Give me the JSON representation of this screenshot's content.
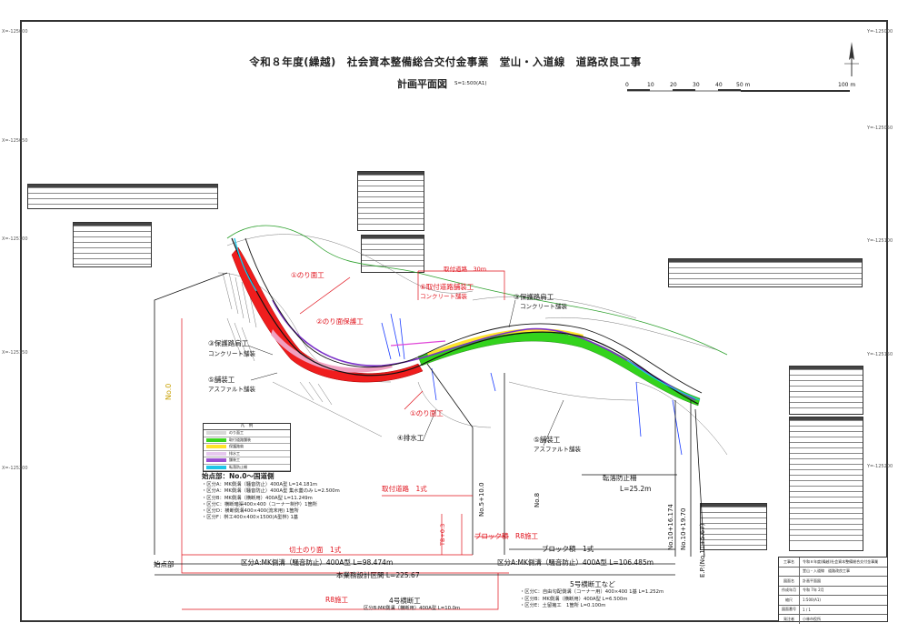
{
  "drawing": {
    "title": "令和８年度(繰越)　社会資本整備総合交付金事業　堂山・入道線　道路改良工事",
    "subtitle": "計画平面図",
    "scale_note": "S=1:500(A1)",
    "scale_ticks": [
      "0",
      "10",
      "20",
      "30",
      "40",
      "50 m",
      "100 m"
    ]
  },
  "labels": {
    "tori_dourou_len": "取付道路　30m",
    "tori_pave": "⑥取付道路舗装工",
    "tori_pave_sub": "コンクリート舗装",
    "hogo_right": "③保護路肩工",
    "hogo_right_sub": "コンクリート舗装",
    "norimen1": "①のり面工",
    "norimen_hogo": "②のり面保護工",
    "hogo_left": "③保護路肩工",
    "hogo_left_sub": "コンクリート舗装",
    "hoso_left": "⑤舗装工",
    "hoso_left_sub": "アスファルト舗装",
    "norimen2": "①のり面工",
    "haisui": "④排水工",
    "hoso_right": "⑤舗装工",
    "hoso_right_sub": "アスファルト舗装",
    "guard": "転落防止柵",
    "guard_len": "L=25.2m",
    "tori_1": "取付道路　1式",
    "block_r8": "ブロック積　R8施工",
    "block_1": "ブロック積　1式",
    "kiriDo": "切土のり面　1式",
    "r8sekou": "R8施工",
    "kuni_a": "区分A:MK側溝（騒音防止）400A型 L=98.474m",
    "kuni_b": "区分A:MK側溝（騒音防止）400A型 L=106.485m",
    "honkou": "本業務設計区間 L=225.67",
    "no4": "4号横断工",
    "no4_sub": "区分B:MK側溝（横断用）400A型 L=10.0m",
    "start": "始点部",
    "end": "E.P.(No.11+5.67)",
    "sta_no0": "No.0",
    "sta_no5": "No.5+10.0",
    "sta_no8": "No.8",
    "sta_no10a": "No.10+16.174",
    "sta_no10b": "No.10+19.70",
    "sta_tb": "TB+0.3"
  },
  "legend": {
    "title": "凡　例",
    "rows": [
      {
        "color": "#d8d8d8",
        "text": "のり面工"
      },
      {
        "color": "#3bd51e",
        "text": "取付道路舗装"
      },
      {
        "color": "#ffe42b",
        "text": "保護路肩"
      },
      {
        "color": "#e6c8ee",
        "text": "排水工"
      },
      {
        "color": "#9b4fd2",
        "text": "舗装工"
      },
      {
        "color": "#1fc6e8",
        "text": "転落防止柵"
      }
    ]
  },
  "notes_left": {
    "title": "始点部：No.0～国道側",
    "items": [
      "・区分A：MK側溝（騒音防止）400A型 L=14.181m",
      "・区分A：MK側溝（騒音防止）400A型 集水蓋のみ L=2.500m",
      "・区分B：MK側溝（横断用）400A型 L=11.249m",
      "・区分C：横断暗渠400×400（コーナー制作）1箇所",
      "・区分D：横断側溝400×400(流末用) 1箇所",
      "・区分F：桝工400×400×1500(A型桝) 1基"
    ]
  },
  "notes_right": {
    "title": "5号横断工など",
    "items": [
      "・区分C：自由勾配側溝（コーナー用）400×400 1基 L=1.252m",
      "・区分B：MK側溝（横断用）400A型 L=6.500m",
      "・区分E：土留擁工　1箇所 L=0.100m"
    ]
  },
  "title_block": {
    "rows": [
      {
        "k": "工事名",
        "v": "令和８年度(繰越)社会資本整備総合交付金事業"
      },
      {
        "k": "",
        "v": "堂山・入道線　道路改良工事"
      },
      {
        "k": "図面名",
        "v": "計画平面図"
      },
      {
        "k": "作成年月",
        "v": "令和 7年 2月"
      },
      {
        "k": "縮尺",
        "v": "1:500(A1)"
      },
      {
        "k": "図面番号",
        "v": "1 / 1"
      },
      {
        "k": "発注者",
        "v": "小林市役所"
      }
    ]
  }
}
